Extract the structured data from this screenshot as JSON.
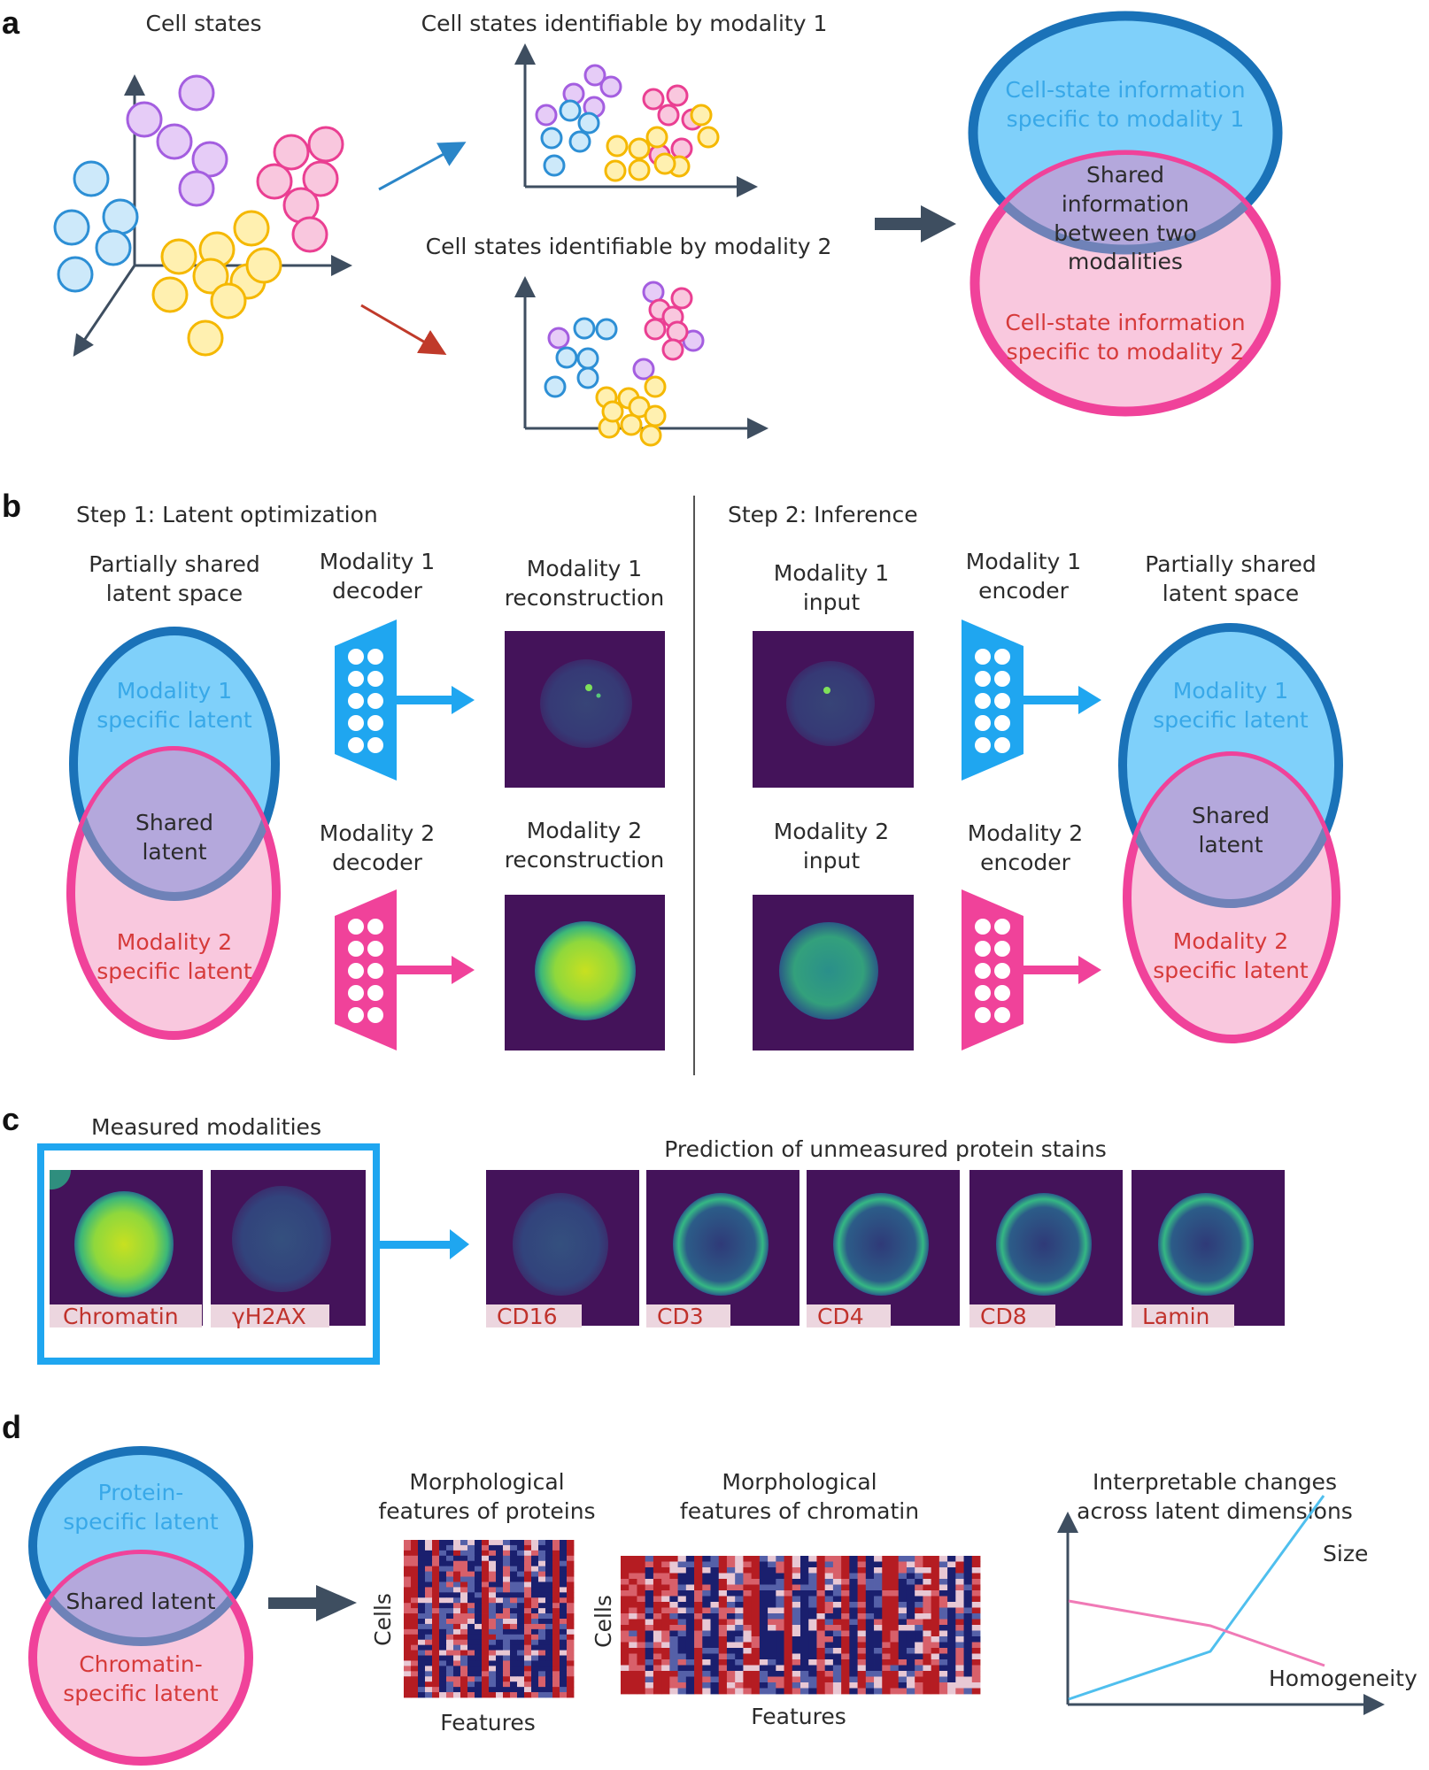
{
  "colors": {
    "blue": "#38b0f4",
    "blue_fill": "#7fd0fa",
    "dark_blue": "#1a72b8",
    "pink": "#f0429a",
    "pink_fill": "#f9c8de",
    "purple_overlap": "#b4a8dc",
    "cell_blue": "#2d8fd5",
    "cell_purple": "#a45ee0",
    "cell_pink": "#ea3f92",
    "cell_yellow": "#f5b800",
    "arrow_dark": "#3e4e60",
    "arrow_red": "#c03a2a",
    "image_bg": "#44135a",
    "label_red": "#d63a3a",
    "heatmap_red": "#b01a1a",
    "heatmap_blue": "#1a237e"
  },
  "panel_a": {
    "letter": "a",
    "cell_states": "Cell states",
    "modality1_title": "Cell states identifiable by modality 1",
    "modality2_title": "Cell states identifiable by modality 2",
    "venn": {
      "top_line1": "Cell-state information",
      "top_line2": "specific to modality 1",
      "shared_line1": "Shared",
      "shared_line2": "information",
      "shared_line3": "between two",
      "shared_line4": "modalities",
      "bottom_line1": "Cell-state information",
      "bottom_line2": "specific to modality 2"
    }
  },
  "panel_b": {
    "letter": "b",
    "step1": "Step 1: Latent optimization",
    "step2": "Step 2: Inference",
    "latent_space_line1": "Partially shared",
    "latent_space_line2": "latent space",
    "venn_top_line1": "Modality 1",
    "venn_top_line2": "specific latent",
    "venn_shared_line1": "Shared",
    "venn_shared_line2": "latent",
    "venn_bottom_line1": "Modality 2",
    "venn_bottom_line2": "specific latent",
    "m1_decoder_line1": "Modality 1",
    "m1_decoder_line2": "decoder",
    "m2_decoder_line1": "Modality 2",
    "m2_decoder_line2": "decoder",
    "m1_recon_line1": "Modality 1",
    "m1_recon_line2": "reconstruction",
    "m2_recon_line1": "Modality 2",
    "m2_recon_line2": "reconstruction",
    "m1_input_line1": "Modality 1",
    "m1_input_line2": "input",
    "m2_input_line1": "Modality 2",
    "m2_input_line2": "input",
    "m1_encoder_line1": "Modality 1",
    "m1_encoder_line2": "encoder",
    "m2_encoder_line1": "Modality 2",
    "m2_encoder_line2": "encoder"
  },
  "panel_c": {
    "letter": "c",
    "measured_title": "Measured modalities",
    "prediction_title": "Prediction of unmeasured protein stains",
    "measured_labels": [
      "Chromatin",
      "γH2AX"
    ],
    "predicted_labels": [
      "CD16",
      "CD3",
      "CD4",
      "CD8",
      "Lamin"
    ]
  },
  "panel_d": {
    "letter": "d",
    "venn_top_line1": "Protein-",
    "venn_top_line2": "specific latent",
    "venn_shared": "Shared latent",
    "venn_bottom_line1": "Chromatin-",
    "venn_bottom_line2": "specific latent",
    "heatmap1_title_line1": "Morphological",
    "heatmap1_title_line2": "features of proteins",
    "heatmap2_title_line1": "Morphological",
    "heatmap2_title_line2": "features of chromatin",
    "cells_label": "Cells",
    "features_label": "Features",
    "plot_title_line1": "Interpretable changes",
    "plot_title_line2": "across latent dimensions",
    "size_label": "Size",
    "homogeneity_label": "Homogeneity"
  }
}
